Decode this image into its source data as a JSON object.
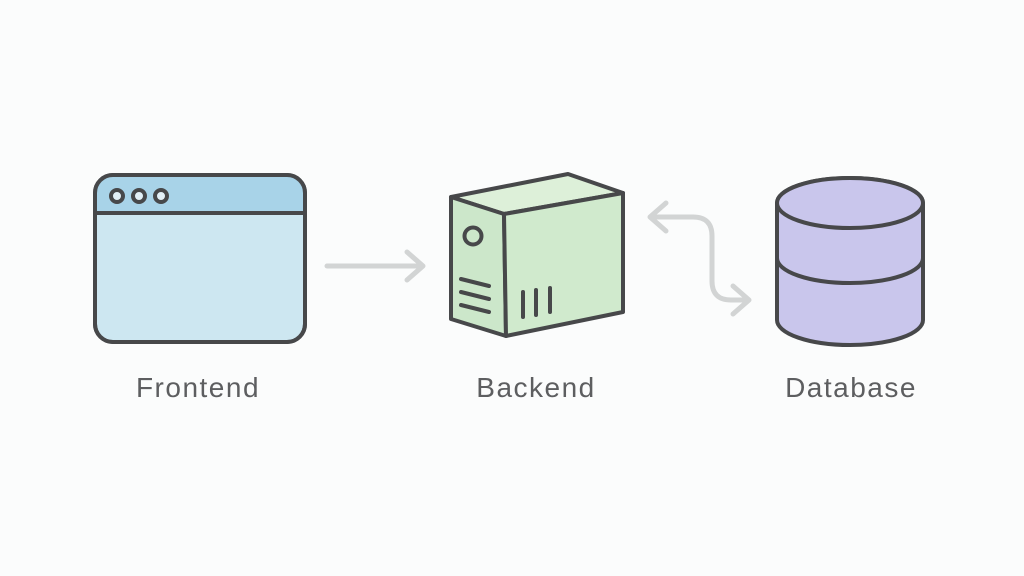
{
  "title": "Frontend-Backend-Database architecture diagram",
  "diagram": {
    "background_color": "#fbfcfc",
    "outline_color": "#47484a",
    "arrow_color": "#d2d4d4",
    "label_color": "#5d5e60",
    "nodes": [
      {
        "id": "frontend",
        "label": "Frontend",
        "icon": "browser-window-icon",
        "titlebar_fill": "#a8d3e8",
        "body_fill": "#cde7f1",
        "dot_fill": "#e2f0f7"
      },
      {
        "id": "backend",
        "label": "Backend",
        "icon": "server-box-icon",
        "top_fill": "#ddf0d9",
        "side_fill": "#cce7ca",
        "front_fill": "#d0eacd"
      },
      {
        "id": "database",
        "label": "Database",
        "icon": "database-cylinder-icon",
        "fill": "#c9c6ec"
      }
    ],
    "connections": [
      {
        "from": "Frontend",
        "to": "Backend",
        "shape": "straight-arrow-right"
      },
      {
        "from": "Backend",
        "to": "Database",
        "shape": "s-curve-arrow-double-headed"
      }
    ]
  }
}
